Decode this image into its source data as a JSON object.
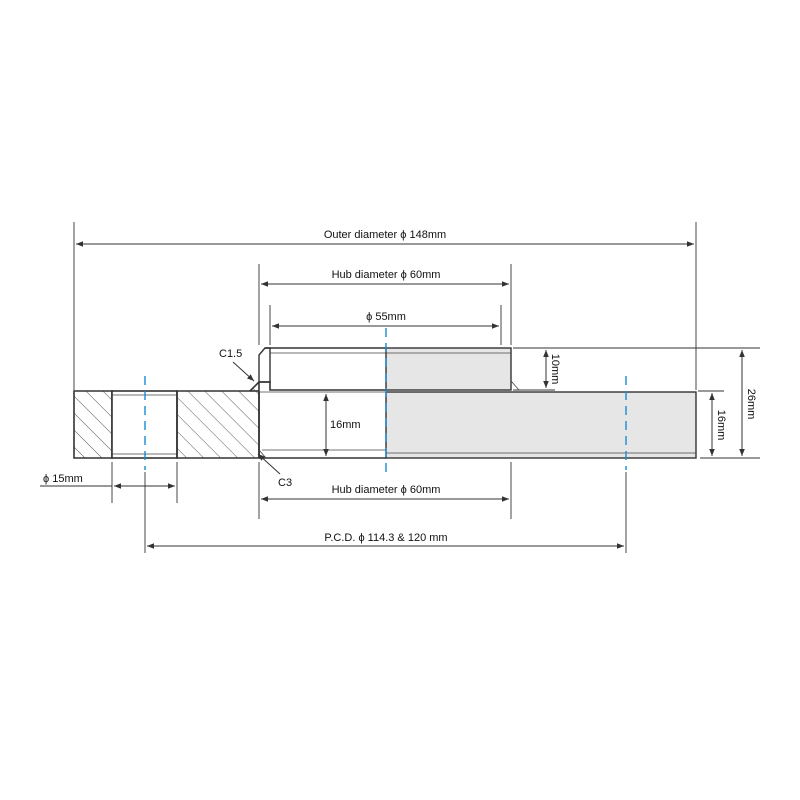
{
  "labels": {
    "outer_diameter": "Outer diameter ϕ 148mm",
    "hub_diameter_top": "Hub diameter ϕ 60mm",
    "bore_diameter": "ϕ 55mm",
    "chamfer_c15": "C1.5",
    "chamfer_c3": "C3",
    "thickness_16_left": "16mm",
    "hub_height_10": "10mm",
    "total_height_26": "26mm",
    "thickness_16_right": "16mm",
    "hole_diameter": "ϕ 15mm",
    "hub_diameter_bottom": "Hub diameter ϕ 60mm",
    "pcd": "P.C.D. ϕ 114.3 & 120 mm"
  },
  "colors": {
    "line": "#333333",
    "centerline": "#1a8ad4",
    "fill": "#e6e6e6",
    "hatch": "#444444"
  }
}
